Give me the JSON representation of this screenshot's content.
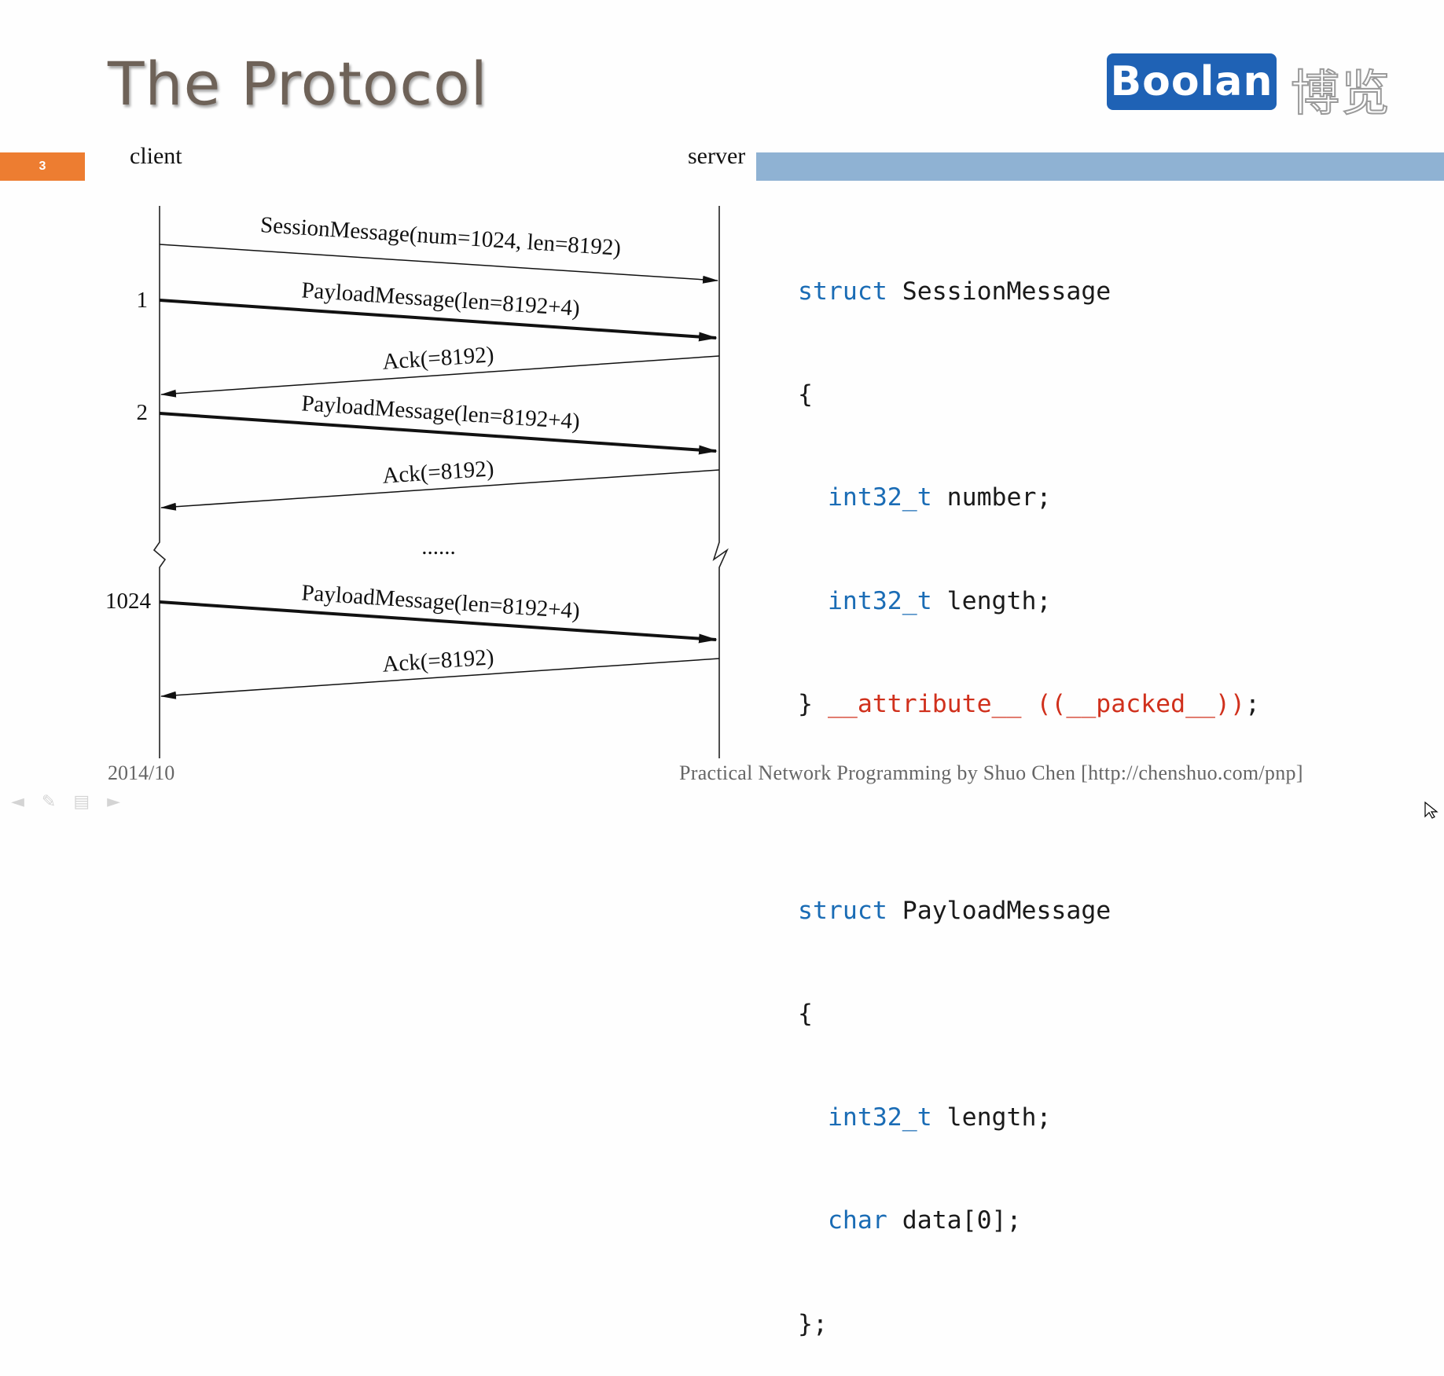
{
  "slide": {
    "title": "The Protocol",
    "number": "3",
    "logo_text": "Boolan",
    "logo_cn": "博览"
  },
  "diagram": {
    "client_label": "client",
    "server_label": "server",
    "ellipsis": "......",
    "messages": [
      {
        "label": "SessionMessage(num=1024, len=8192)",
        "direction": "client-to-server",
        "bold": false
      },
      {
        "label": "PayloadMessage(len=8192+4)",
        "direction": "client-to-server",
        "bold": true,
        "index_label": "1"
      },
      {
        "label": "Ack(=8192)",
        "direction": "server-to-client",
        "bold": false
      },
      {
        "label": "PayloadMessage(len=8192+4)",
        "direction": "client-to-server",
        "bold": true,
        "index_label": "2"
      },
      {
        "label": "Ack(=8192)",
        "direction": "server-to-client",
        "bold": false
      },
      {
        "label": "PayloadMessage(len=8192+4)",
        "direction": "client-to-server",
        "bold": true,
        "index_label": "1024"
      },
      {
        "label": "Ack(=8192)",
        "direction": "server-to-client",
        "bold": false
      }
    ]
  },
  "code": {
    "session": {
      "kw": "struct",
      "name": " SessionMessage",
      "open": "{",
      "f1_type": "int32_t",
      "f1_rest": " number;",
      "f2_type": "int32_t",
      "f2_rest": " length;",
      "close": "} ",
      "attr": "__attribute__ ((__packed__))",
      "semi": ";"
    },
    "payload": {
      "kw": "struct",
      "name": " PayloadMessage",
      "open": "{",
      "f1_type": "int32_t",
      "f1_rest": " length;",
      "f2_type": "char",
      "f2_rest": " data[0];",
      "close": "};"
    }
  },
  "footer": {
    "date": "2014/10",
    "credit": "Practical Network Programming by Shuo Chen [http://chenshuo.com/pnp]"
  },
  "colors": {
    "keyword": "#1a6cb5",
    "attribute": "#d0301c",
    "slide_number_bg": "#ed7d31",
    "header_bar": "#8fb2d3",
    "logo_bg": "#1f62b5"
  }
}
